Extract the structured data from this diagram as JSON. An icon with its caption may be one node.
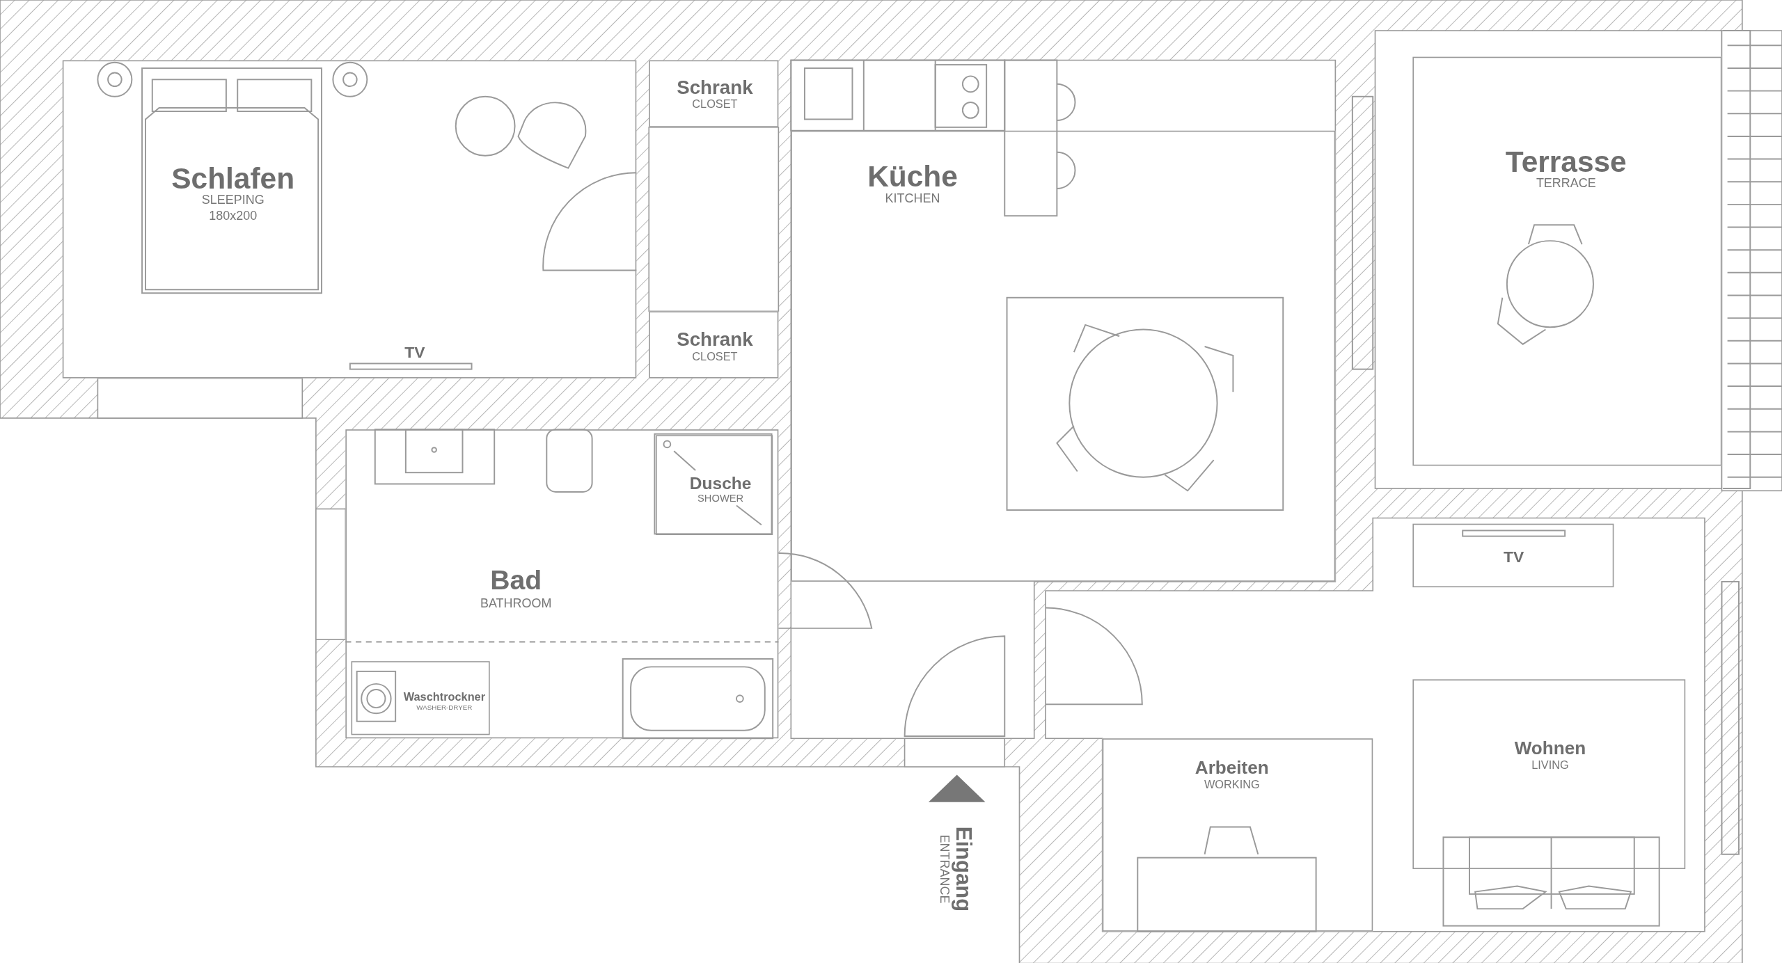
{
  "diagram": {
    "nodes": [
      {
        "text": [
          "Schlafen",
          "SLEEPING",
          "180x200"
        ]
      },
      {
        "text": [
          "Schrank",
          "CLOSET"
        ]
      },
      {
        "text": [
          "Küche",
          "KITCHEN"
        ]
      },
      {
        "text": [
          "Terrasse",
          "TERRACE"
        ]
      },
      {
        "text": [
          "Schrank",
          "CLOSET"
        ]
      },
      {
        "text": [
          "Bad",
          "BATHROOM"
        ]
      },
      {
        "text": [
          "Dusche",
          "SHOWER"
        ],
        "in": 5
      },
      {
        "text": [
          "Waschtrockner",
          "WASHER-DRYER"
        ],
        "in": 5
      },
      {
        "text": [
          "Arbeiten",
          "WORKING"
        ]
      },
      {
        "text": [
          "Wohnen",
          "LIVING"
        ]
      },
      {
        "text": [
          "TV"
        ]
      }
    ],
    "labels": [
      "TV",
      "Eingang",
      "ENTRANCE"
    ]
  }
}
